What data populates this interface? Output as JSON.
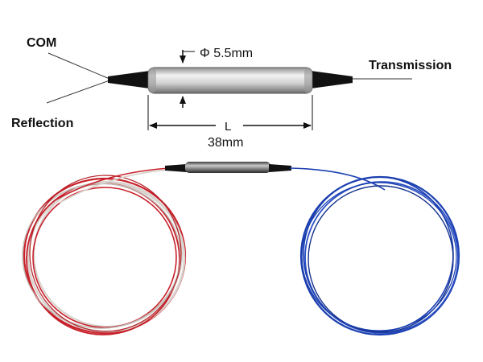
{
  "labels": {
    "com": "COM",
    "reflection": "Reflection",
    "transmission": "Transmission",
    "diameter": "Φ 5.5mm",
    "length_symbol": "L",
    "length_value": "38mm"
  },
  "colors": {
    "red_fiber": "#c8202a",
    "white_fiber": "#d8d4cf",
    "blue_fiber": "#1b3fb0",
    "tube": "#d9d9d9",
    "boot": "#111111"
  }
}
